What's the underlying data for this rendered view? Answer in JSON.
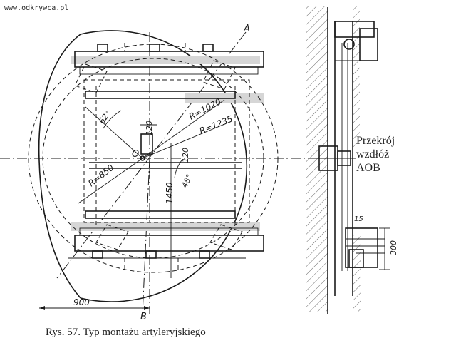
{
  "watermark": "www.odkrywca.pl",
  "section_label": {
    "line1": "Przekrój",
    "line2": "wzdłóż",
    "line3": "AOB"
  },
  "caption": "Rys. 57. Typ montażu artyleryjskiego",
  "dimensions": {
    "r1020": "R=1020",
    "r1235": "R=1235",
    "r850": "R=850",
    "d120a": "120",
    "d120b": "120",
    "d1450": "1450",
    "d900": "900",
    "d300": "300",
    "d15": "15",
    "angle62": "62°",
    "angle48": "48°"
  },
  "points": {
    "A": "A",
    "O": "O",
    "B": "B"
  }
}
